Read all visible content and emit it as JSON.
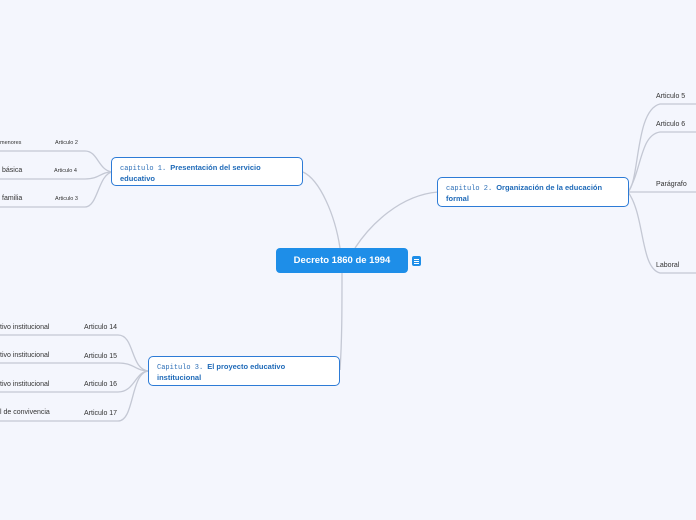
{
  "root": {
    "label": "Decreto 1860 de 1994"
  },
  "chapter1": {
    "prefix": "capitulo 1.",
    "title": "Presentación del servicio educativo"
  },
  "chapter2": {
    "prefix": "capitulo 2.",
    "title": "Organización de la educación formal"
  },
  "chapter3": {
    "prefix": "Capitulo 3.",
    "title": "El proyecto educativo institucional"
  },
  "chapter1_articles": [
    "Articulo 2",
    "Articulo 4",
    "Articulo 3"
  ],
  "chapter1_texts": [
    "menores",
    "básica",
    "familia"
  ],
  "chapter2_items": [
    "Articulo 5",
    "Articulo 6",
    "Parágrafo",
    "Laboral"
  ],
  "chapter3_articles": [
    "Articulo 14",
    "Articulo 15",
    "Articulo 16",
    "Articulo 17"
  ],
  "chapter3_texts": [
    "tivo institucional",
    "tivo institucional",
    "tivo institucional",
    "l de convivencia"
  ],
  "colors": {
    "accent": "#1e8ee8",
    "border": "#2d7bd6",
    "link": "#c4c8d4",
    "background": "#f4f6fd"
  }
}
